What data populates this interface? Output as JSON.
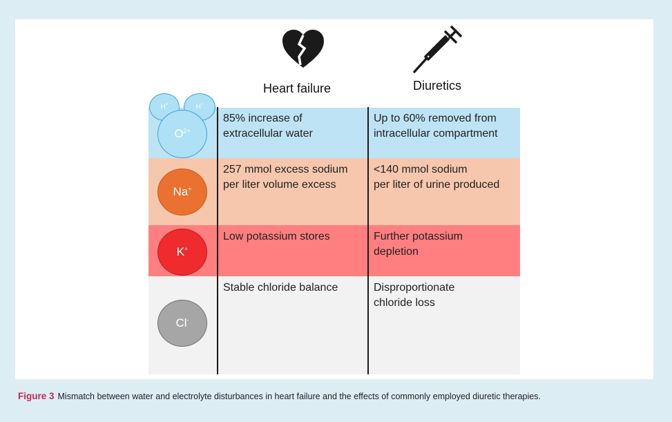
{
  "columns": {
    "heart_failure": {
      "title": "Heart failure",
      "icon": "broken-heart-icon"
    },
    "diuretics": {
      "title": "Diuretics",
      "icon": "syringe-icon"
    }
  },
  "rows": [
    {
      "ion": "O",
      "ion_charge": "2+",
      "hydrogen": {
        "symbol": "H",
        "charge": "+"
      },
      "color": "#bee3f4",
      "circle_color": "#aee0f6",
      "circle_border": "#3aa6d8",
      "heart_failure": [
        "85% increase of",
        "extracellular water"
      ],
      "diuretics": [
        "Up to 60% removed from",
        "intracellular compartment"
      ]
    },
    {
      "ion": "Na",
      "ion_charge": "+",
      "color": "#f6c7ad",
      "circle_color": "#ea7130",
      "circle_border": "#c75a1c",
      "heart_failure": [
        "257 mmol excess sodium",
        "per liter volume excess"
      ],
      "diuretics": [
        "<140 mmol sodium",
        "per liter of urine produced"
      ]
    },
    {
      "ion": "K",
      "ion_charge": "+",
      "color": "#ff7f80",
      "circle_color": "#ef2b2d",
      "circle_border": "#b81e20",
      "heart_failure": [
        "Low potassium stores"
      ],
      "diuretics": [
        "Further potassium",
        "depletion"
      ]
    },
    {
      "ion": "Cl",
      "ion_charge": "-",
      "color": "#f2f2f2",
      "circle_color": "#a6a6a6",
      "circle_border": "#6e6e6e",
      "heart_failure": [
        "Stable chloride balance"
      ],
      "diuretics": [
        "Disproportionate",
        "chloride loss"
      ]
    }
  ],
  "caption": {
    "label": "Figure 3",
    "text": "Mismatch between water and electrolyte disturbances in heart failure and the effects of commonly employed diuretic therapies."
  }
}
